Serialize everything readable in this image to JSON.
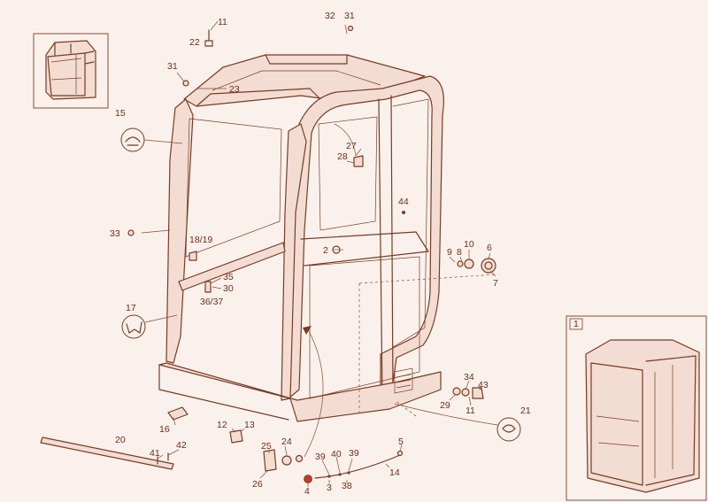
{
  "inset_label": "1",
  "callouts": [
    {
      "id": "c32",
      "text": "32"
    },
    {
      "id": "c31a",
      "text": "31"
    },
    {
      "id": "c11a",
      "text": "11"
    },
    {
      "id": "c22",
      "text": "22"
    },
    {
      "id": "c31b",
      "text": "31"
    },
    {
      "id": "c23",
      "text": "23"
    },
    {
      "id": "c15",
      "text": "15"
    },
    {
      "id": "c27",
      "text": "27"
    },
    {
      "id": "c28",
      "text": "28"
    },
    {
      "id": "c44",
      "text": "44"
    },
    {
      "id": "c33",
      "text": "33"
    },
    {
      "id": "c1819",
      "text": "18/19"
    },
    {
      "id": "c2",
      "text": "2"
    },
    {
      "id": "c9",
      "text": "9"
    },
    {
      "id": "c8",
      "text": "8"
    },
    {
      "id": "c10",
      "text": "10"
    },
    {
      "id": "c6",
      "text": "6"
    },
    {
      "id": "c7",
      "text": "7"
    },
    {
      "id": "c35",
      "text": "35"
    },
    {
      "id": "c30",
      "text": "30"
    },
    {
      "id": "c3637",
      "text": "36/37"
    },
    {
      "id": "c17",
      "text": "17"
    },
    {
      "id": "c34",
      "text": "34"
    },
    {
      "id": "c43",
      "text": "43"
    },
    {
      "id": "c29",
      "text": "29"
    },
    {
      "id": "c11b",
      "text": "11"
    },
    {
      "id": "c21",
      "text": "21"
    },
    {
      "id": "c16",
      "text": "16"
    },
    {
      "id": "c12",
      "text": "12"
    },
    {
      "id": "c13",
      "text": "13"
    },
    {
      "id": "c20",
      "text": "20"
    },
    {
      "id": "c42",
      "text": "42"
    },
    {
      "id": "c41",
      "text": "41"
    },
    {
      "id": "c25",
      "text": "25"
    },
    {
      "id": "c24",
      "text": "24"
    },
    {
      "id": "c26",
      "text": "26"
    },
    {
      "id": "c39a",
      "text": "39"
    },
    {
      "id": "c40",
      "text": "40"
    },
    {
      "id": "c39b",
      "text": "39"
    },
    {
      "id": "c5",
      "text": "5"
    },
    {
      "id": "c14",
      "text": "14"
    },
    {
      "id": "c4",
      "text": "4"
    },
    {
      "id": "c3",
      "text": "3"
    },
    {
      "id": "c38",
      "text": "38"
    }
  ]
}
